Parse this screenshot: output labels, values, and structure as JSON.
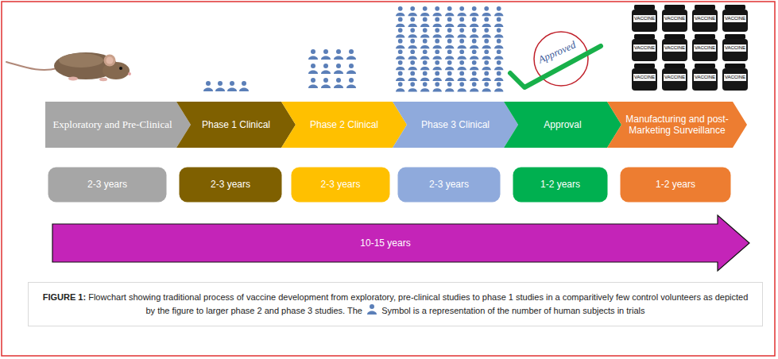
{
  "diagram": {
    "caption": "Flowchart showing traditional process of vaccine development from exploratory, pre-clinical studies to phase 1 studies in a comparitively few control volunteers as depicted by the figure to larger phase 2 and phase 3 studies. The",
    "nodes": [
      {
        "text": [
          "Exploratory and Pre-Clinical"
        ]
      },
      {
        "text": [
          "Phase 1 Clinical"
        ]
      },
      {
        "text": [
          "Phase 2 Clinical"
        ]
      },
      {
        "text": [
          "Phase 3 Clinical"
        ]
      },
      {
        "text": [
          "Approval"
        ]
      },
      {
        "text": [
          "Manufacturing and post-Marketing Surveillance"
        ]
      },
      {
        "text": [
          "2-3 years"
        ]
      },
      {
        "text": [
          "2-3 years"
        ]
      },
      {
        "text": [
          "2-3 years"
        ]
      },
      {
        "text": [
          "2-3 years"
        ]
      },
      {
        "text": [
          "1-2 years"
        ]
      },
      {
        "text": [
          "1-2 years"
        ]
      },
      {
        "text": [
          "10-15 years"
        ]
      }
    ],
    "labels": [
      "Approved",
      "VACCINE",
      "VACCINE",
      "VACCINE",
      "VACCINE",
      "VACCINE",
      "VACCINE",
      "VACCINE",
      "VACCINE",
      "VACCINE",
      "VACCINE",
      "VACCINE",
      "VACCINE",
      "FIGURE 1:",
      "Symbol is a representation of the number of human subjects in trials"
    ]
  }
}
